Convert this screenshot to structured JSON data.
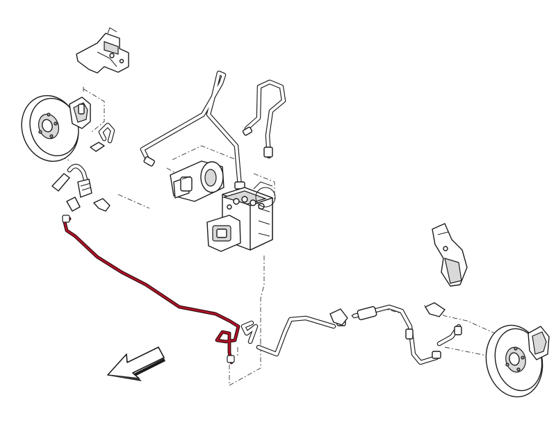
{
  "diagram": {
    "highlight_color": "#b3152a",
    "line_color": "#1a1a1a",
    "background": "#ffffff",
    "components": [
      "front-left-brake-disc",
      "front-left-caliper",
      "top-left-bracket",
      "abs-hydraulic-unit",
      "master-cylinder",
      "brake-pipe-network",
      "highlighted-brake-pipe",
      "right-bracket",
      "rear-right-brake-disc",
      "front-direction-arrow"
    ]
  }
}
